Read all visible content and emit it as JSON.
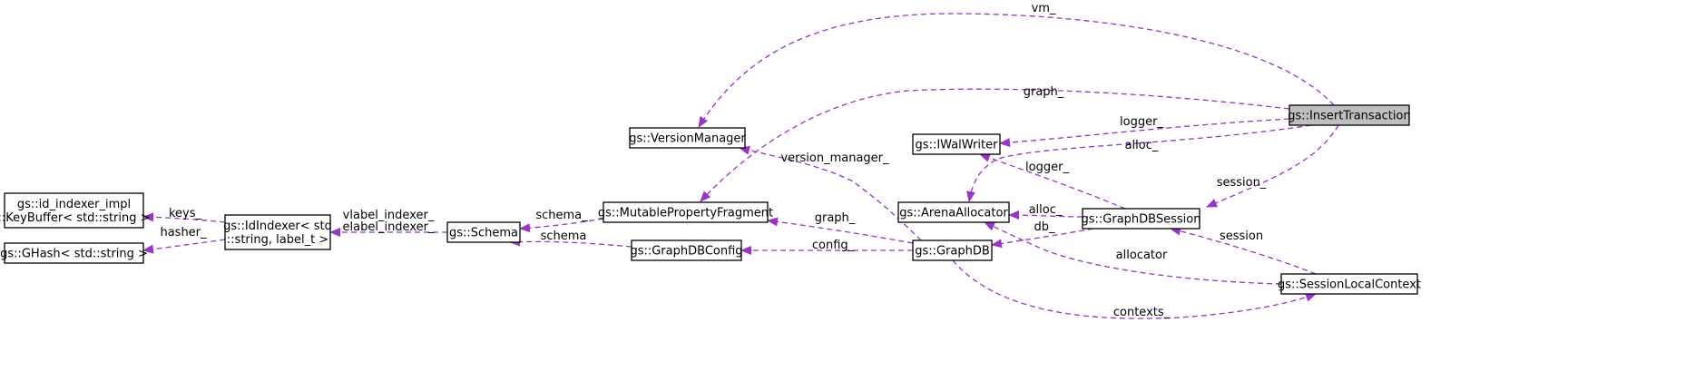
{
  "diagram": {
    "edge_color": "#9a32cd",
    "highlight_fill": "#bfbfbf",
    "nodes": {
      "insert_transaction": {
        "lines": [
          "gs::InsertTransaction"
        ],
        "highlighted": true
      },
      "version_manager": {
        "lines": [
          "gs::VersionManager"
        ]
      },
      "iwal_writer": {
        "lines": [
          "gs::IWalWriter"
        ]
      },
      "arena_allocator": {
        "lines": [
          "gs::ArenaAllocator"
        ]
      },
      "graph_db_session": {
        "lines": [
          "gs::GraphDBSession"
        ]
      },
      "mutable_property_fragment": {
        "lines": [
          "gs::MutablePropertyFragment"
        ]
      },
      "graph_db": {
        "lines": [
          "gs::GraphDB"
        ]
      },
      "graph_db_config": {
        "lines": [
          "gs::GraphDBConfig"
        ]
      },
      "schema": {
        "lines": [
          "gs::Schema"
        ]
      },
      "id_indexer": {
        "lines": [
          "gs::IdIndexer< std",
          "::string, label_t >"
        ]
      },
      "key_buffer": {
        "lines": [
          "gs::id_indexer_impl",
          "::KeyBuffer< std::string >"
        ]
      },
      "ghash": {
        "lines": [
          "gs::GHash< std::string >"
        ]
      },
      "session_local_context": {
        "lines": [
          "gs::SessionLocalContext"
        ]
      }
    },
    "edges": {
      "vm": {
        "lines": [
          "vm_"
        ]
      },
      "graph_it": {
        "lines": [
          "graph_"
        ]
      },
      "logger_it": {
        "lines": [
          "logger_"
        ]
      },
      "alloc_it": {
        "lines": [
          "alloc_"
        ]
      },
      "session_it": {
        "lines": [
          "session_"
        ]
      },
      "logger_sess": {
        "lines": [
          "logger_"
        ]
      },
      "alloc_sess": {
        "lines": [
          "alloc_"
        ]
      },
      "db_sess": {
        "lines": [
          "db_"
        ]
      },
      "version_manager": {
        "lines": [
          "version_manager_"
        ]
      },
      "graph_gdb": {
        "lines": [
          "graph_"
        ]
      },
      "config_gdb": {
        "lines": [
          "config_"
        ]
      },
      "contexts_gdb": {
        "lines": [
          "contexts_"
        ]
      },
      "session_slc": {
        "lines": [
          "session"
        ]
      },
      "allocator_slc": {
        "lines": [
          "allocator"
        ]
      },
      "schema_mpf": {
        "lines": [
          "schema_"
        ]
      },
      "schema_cfg": {
        "lines": [
          "schema"
        ]
      },
      "indexers": {
        "lines": [
          "vlabel_indexer_",
          "elabel_indexer_"
        ]
      },
      "keys": {
        "lines": [
          "keys_"
        ]
      },
      "hasher": {
        "lines": [
          "hasher_"
        ]
      }
    }
  }
}
